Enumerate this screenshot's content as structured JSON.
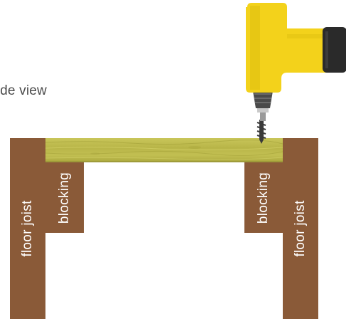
{
  "caption": "side view",
  "labels": {
    "joist_left": "floor joist",
    "blocking_left": "blocking",
    "blocking_right": "blocking",
    "joist_right": "floor joist"
  },
  "colors": {
    "joist": "#8a5a38",
    "plywood": "#c2bf52",
    "drill_body": "#f3d21b",
    "drill_battery": "#2a2a2a",
    "drill_chuck": "#4a4a4a",
    "caption_text": "#4a4a4a"
  },
  "icons": [
    "drill-icon",
    "screw-icon"
  ]
}
